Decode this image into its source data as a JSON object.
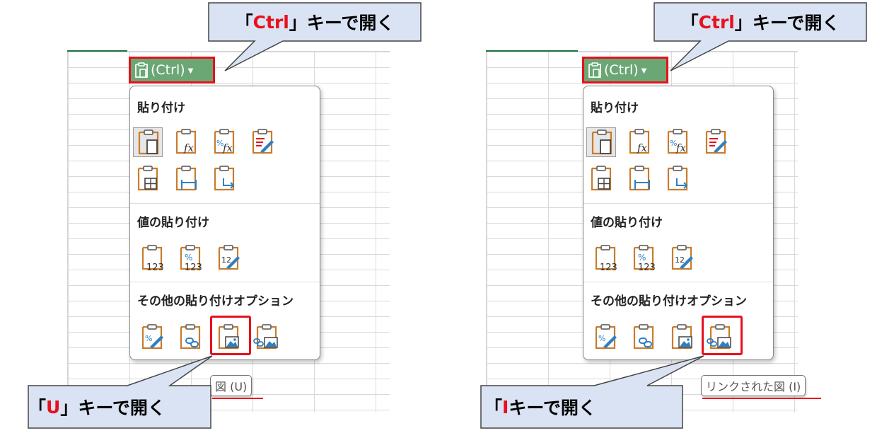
{
  "left": {
    "callout_top": {
      "open": "「",
      "key": "Ctrl",
      "close": "」",
      "rest": "キーで開く"
    },
    "ctrl_button": {
      "label": "(Ctrl)"
    },
    "menu": {
      "paste_title": "貼り付け",
      "values_title": "値の貼り付け",
      "other_title": "その他の貼り付けオプション"
    },
    "tooltip": "図 (U)",
    "callout_bottom": {
      "open": "「",
      "key": "U",
      "close": "」",
      "rest": "キーで開く"
    }
  },
  "right": {
    "callout_top": {
      "open": "「",
      "key": "Ctrl",
      "close": "」",
      "rest": "キーで開く"
    },
    "ctrl_button": {
      "label": "(Ctrl)"
    },
    "menu": {
      "paste_title": "貼り付け",
      "values_title": "値の貼り付け",
      "other_title": "その他の貼り付けオプション"
    },
    "tooltip": "リンクされた図 (I)",
    "callout_bottom": {
      "open": "「",
      "key": "I",
      "close": "",
      "rest": "キーで開く"
    }
  },
  "colors": {
    "highlight": "#e8101c",
    "callout_fill": "#dae3f3",
    "button_green": "#6aa775",
    "clipboard_orange": "#c97b2c",
    "icon_blue": "#2f7fc1"
  },
  "icons": {
    "paste": [
      "paste-icon",
      "paste-formulas-icon",
      "paste-formulas-number-format-icon",
      "paste-keep-source-formatting-icon"
    ],
    "paste_row2": [
      "paste-no-borders-icon",
      "paste-keep-column-widths-icon",
      "paste-transpose-icon"
    ],
    "values": [
      "paste-values-icon",
      "paste-values-number-format-icon",
      "paste-values-source-formatting-icon"
    ],
    "other": [
      "paste-formatting-icon",
      "paste-link-icon",
      "paste-picture-icon",
      "paste-linked-picture-icon"
    ]
  }
}
